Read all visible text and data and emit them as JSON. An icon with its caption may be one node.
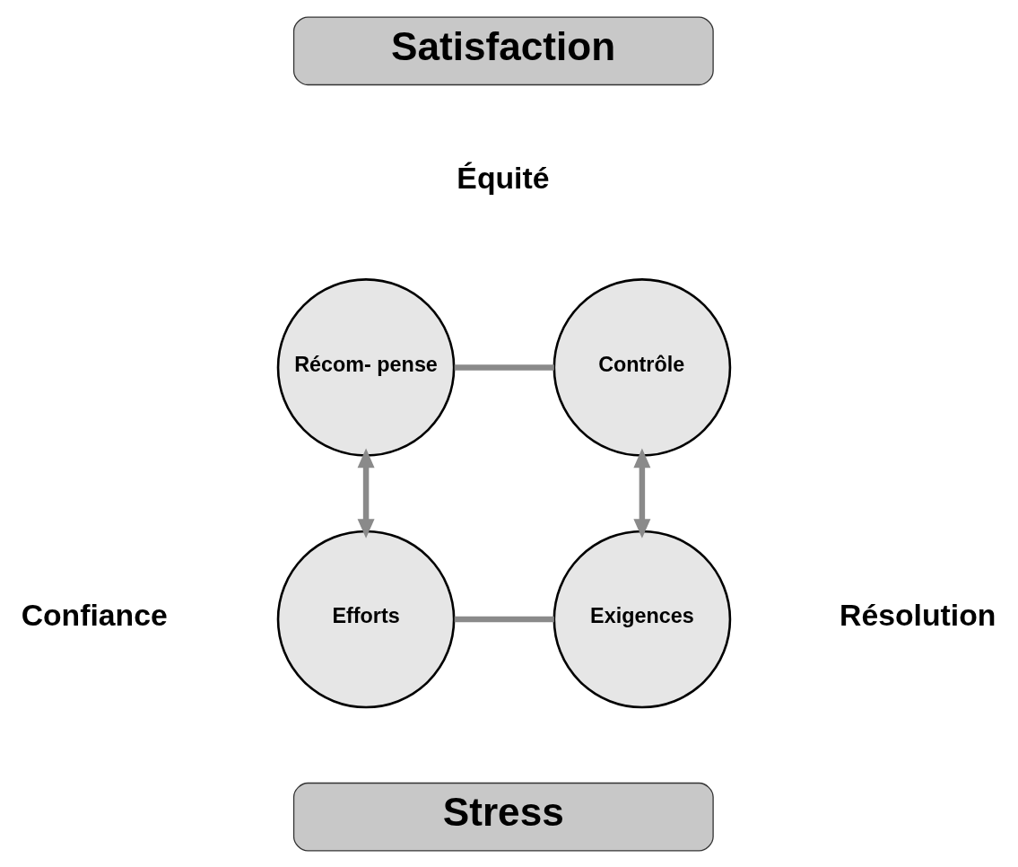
{
  "diagram": {
    "nodes": [
      {
        "text": [
          "Satisfaction"
        ]
      },
      {
        "text": [
          "Récom- pense"
        ]
      },
      {
        "text": [
          "Contrôle"
        ]
      },
      {
        "text": [
          "Efforts"
        ]
      },
      {
        "text": [
          "Exigences"
        ]
      },
      {
        "text": [
          "Stress"
        ]
      }
    ],
    "edges": [
      {
        "from": 1,
        "to": 3,
        "arrow": "both"
      },
      {
        "from": 2,
        "to": 4,
        "arrow": "both"
      },
      {
        "from": 1,
        "to": 2,
        "arrow": "none"
      },
      {
        "from": 3,
        "to": 4,
        "arrow": "none"
      }
    ],
    "labels": [
      "Équité",
      "Confiance",
      "Résolution"
    ]
  }
}
